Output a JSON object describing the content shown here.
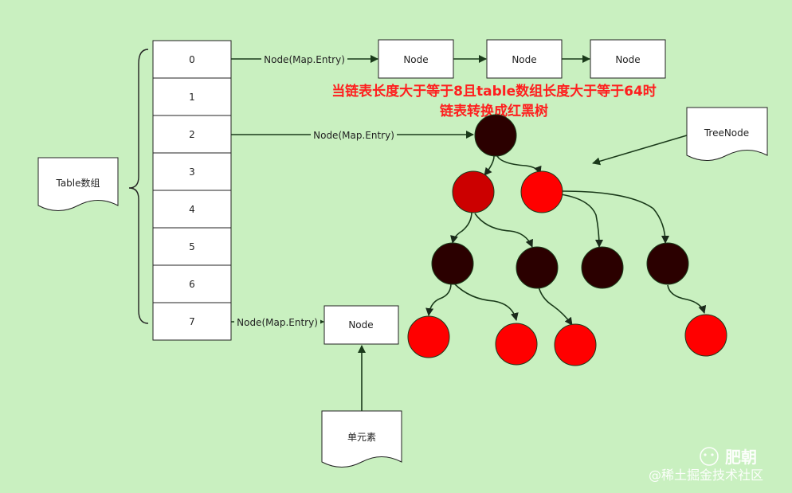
{
  "table": {
    "label": "Table数组",
    "indices": [
      "0",
      "1",
      "2",
      "3",
      "4",
      "5",
      "6",
      "7"
    ]
  },
  "connectors": {
    "row0": "Node(Map.Entry)",
    "row2": "Node(Map.Entry)",
    "row7": "Node(Map.Entry)"
  },
  "chain": {
    "nodes": [
      "Node",
      "Node",
      "Node"
    ]
  },
  "single_node": {
    "label": "Node"
  },
  "treenode_label": "TreeNode",
  "element_label": "单元素",
  "caption": {
    "line1": "当链表长度大于等于8且table数组长度大于等于64时",
    "line2": "链表转换成红黑树"
  },
  "watermark": {
    "account": "肥朝",
    "site": "@稀土掘金技术社区"
  },
  "colors": {
    "background": "#c9f0c0",
    "red_node": "#ff0000",
    "black_node": "#2b0000",
    "caption": "#ff1e1e"
  }
}
